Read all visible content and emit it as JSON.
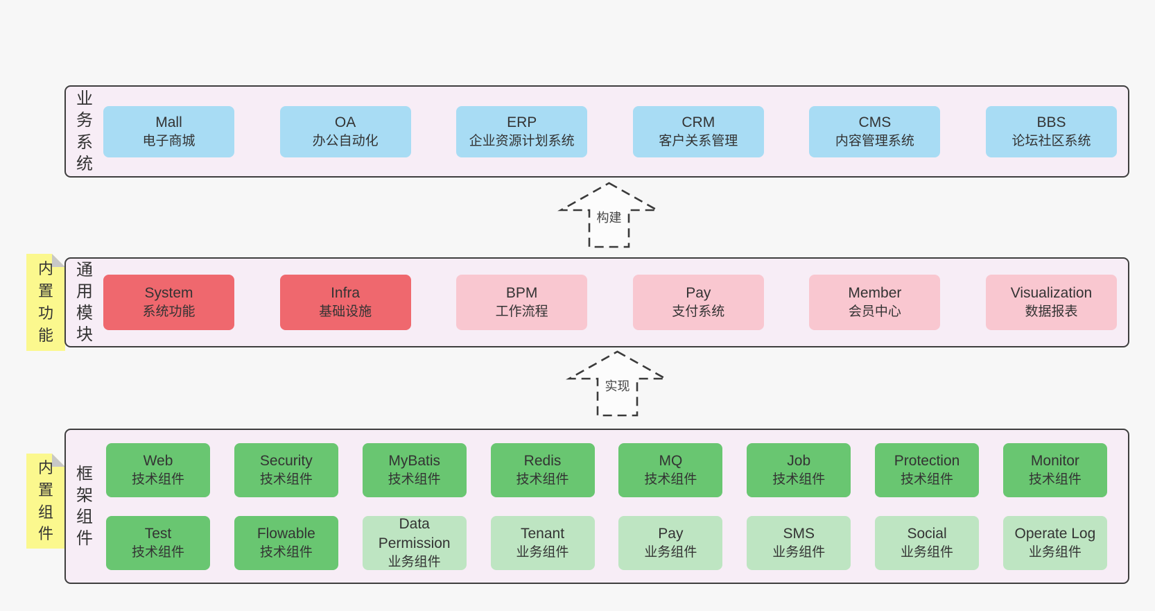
{
  "colors": {
    "background": "#f7f7f7",
    "panel_bg": "#f7edf6",
    "panel_border": "#3e3e3e",
    "blue": "#a8dcf4",
    "red": "#ef686e",
    "pink": "#f9c7d0",
    "green_dark": "#69c671",
    "green_light": "#bee5c2",
    "note_yellow": "#fbf88e",
    "fold_gray": "#c7c7c7",
    "text": "#333333"
  },
  "arrows": [
    {
      "label": "构建"
    },
    {
      "label": "实现"
    }
  ],
  "layers": {
    "business": {
      "label": "业务系统",
      "boxes": [
        {
          "name": "Mall",
          "desc": "电子商城",
          "variant": "blue"
        },
        {
          "name": "OA",
          "desc": "办公自动化",
          "variant": "blue"
        },
        {
          "name": "ERP",
          "desc": "企业资源计划系统",
          "variant": "blue"
        },
        {
          "name": "CRM",
          "desc": "客户关系管理",
          "variant": "blue"
        },
        {
          "name": "CMS",
          "desc": "内容管理系统",
          "variant": "blue"
        },
        {
          "name": "BBS",
          "desc": "论坛社区系统",
          "variant": "blue"
        }
      ]
    },
    "modules": {
      "label": "通用模块",
      "note": "内置功能",
      "boxes": [
        {
          "name": "System",
          "desc": "系统功能",
          "variant": "red"
        },
        {
          "name": "Infra",
          "desc": "基础设施",
          "variant": "red"
        },
        {
          "name": "BPM",
          "desc": "工作流程",
          "variant": "pink"
        },
        {
          "name": "Pay",
          "desc": "支付系统",
          "variant": "pink"
        },
        {
          "name": "Member",
          "desc": "会员中心",
          "variant": "pink"
        },
        {
          "name": "Visualization",
          "desc": "数据报表",
          "variant": "pink"
        }
      ]
    },
    "components": {
      "label": "框架组件",
      "note": "内置组件",
      "rows": [
        {
          "boxes": [
            {
              "name": "Web",
              "desc": "技术组件",
              "variant": "green-dark"
            },
            {
              "name": "Security",
              "desc": "技术组件",
              "variant": "green-dark"
            },
            {
              "name": "MyBatis",
              "desc": "技术组件",
              "variant": "green-dark"
            },
            {
              "name": "Redis",
              "desc": "技术组件",
              "variant": "green-dark"
            },
            {
              "name": "MQ",
              "desc": "技术组件",
              "variant": "green-dark"
            },
            {
              "name": "Job",
              "desc": "技术组件",
              "variant": "green-dark"
            },
            {
              "name": "Protection",
              "desc": "技术组件",
              "variant": "green-dark"
            },
            {
              "name": "Monitor",
              "desc": "技术组件",
              "variant": "green-dark"
            }
          ]
        },
        {
          "boxes": [
            {
              "name": "Test",
              "desc": "技术组件",
              "variant": "green-dark"
            },
            {
              "name": "Flowable",
              "desc": "技术组件",
              "variant": "green-dark"
            },
            {
              "name": "Data Permission",
              "desc": "业务组件",
              "variant": "green-light"
            },
            {
              "name": "Tenant",
              "desc": "业务组件",
              "variant": "green-light"
            },
            {
              "name": "Pay",
              "desc": "业务组件",
              "variant": "green-light"
            },
            {
              "name": "SMS",
              "desc": "业务组件",
              "variant": "green-light"
            },
            {
              "name": "Social",
              "desc": "业务组件",
              "variant": "green-light"
            },
            {
              "name": "Operate Log",
              "desc": "业务组件",
              "variant": "green-light"
            }
          ]
        }
      ]
    }
  }
}
